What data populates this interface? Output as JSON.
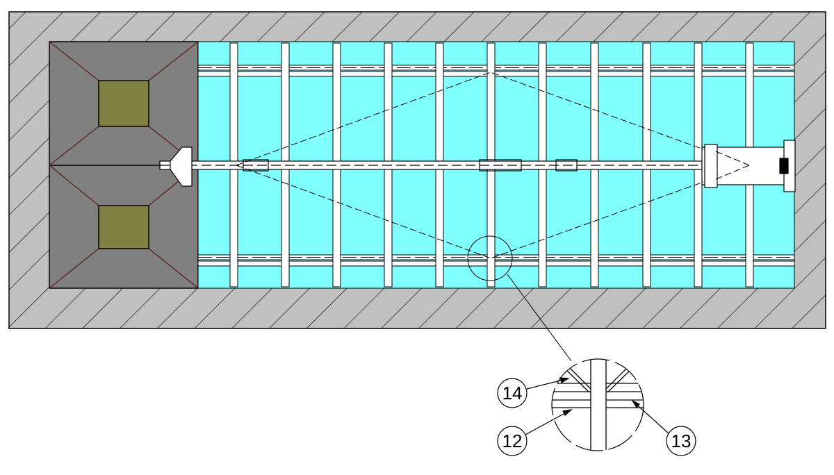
{
  "colors": {
    "wall": "#c0c0c0",
    "pit": "#808080",
    "pad": "#808040",
    "water": "#80ffff",
    "beam": "#ffffff",
    "line": "#000000"
  },
  "callouts": [
    {
      "id": "14",
      "label": "14"
    },
    {
      "id": "12",
      "label": "12"
    },
    {
      "id": "13",
      "label": "13"
    }
  ]
}
